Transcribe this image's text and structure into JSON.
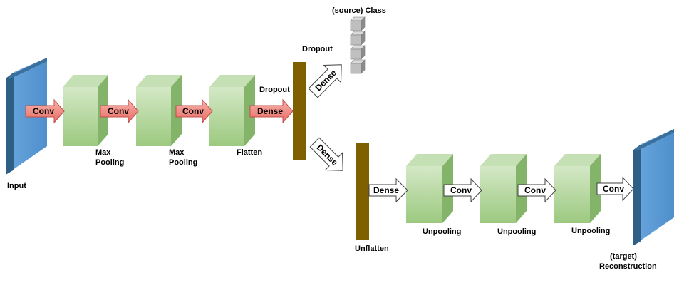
{
  "labels": {
    "input": "Input",
    "source_class": "(source) Class",
    "dropout_top": "Dropout",
    "dropout_mid": "Dropout",
    "pool1_a": "Max",
    "pool1_b": "Pooling",
    "pool2_a": "Max",
    "pool2_b": "Pooling",
    "flatten": "Flatten",
    "unflatten": "Unflatten",
    "unpool1": "Unpooling",
    "unpool2": "Unpooling",
    "unpool3": "Unpooling",
    "target_a": "(target)",
    "target_b": "Reconstruction"
  },
  "arrows": {
    "conv1": "Conv",
    "conv2": "Conv",
    "conv3": "Conv",
    "dense_enc": "Dense",
    "dense_class": "Dense",
    "dense_dec": "Dense",
    "dense_unflat": "Dense",
    "deconv1": "Conv",
    "deconv2": "Conv",
    "deconv3": "Conv"
  },
  "colors": {
    "plane_front": "#5b9bd5",
    "plane_side": "#2e5f86",
    "cube_front": "#a9d18e",
    "cube_side": "#84b36a",
    "cube_top": "#c5e0b4",
    "bar": "#7f6000",
    "arrow_red": "#f28b82",
    "arrow_white": "#ffffff",
    "class_box": "#bfbfbf"
  }
}
